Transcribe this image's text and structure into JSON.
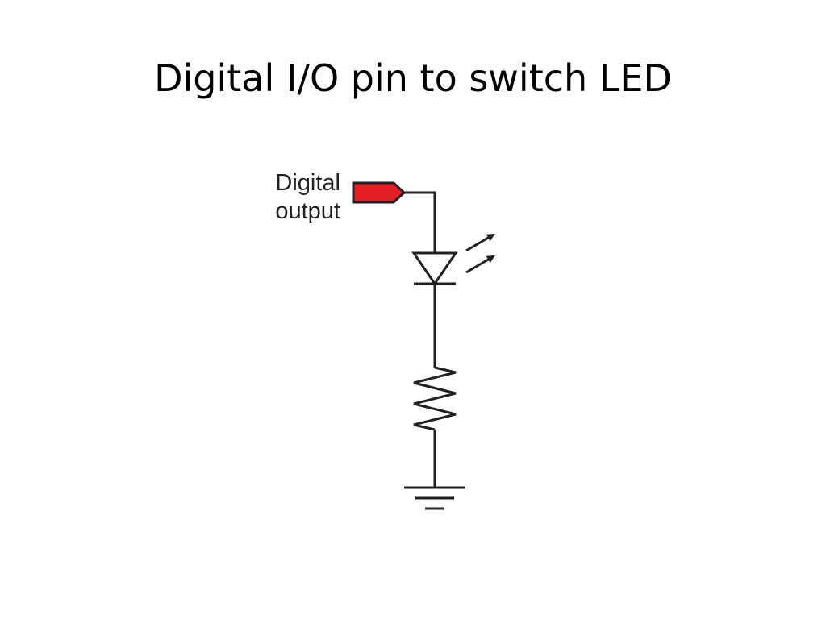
{
  "slide": {
    "title": "Digital I/O pin to switch LED"
  },
  "circuit": {
    "pin_label_line1": "Digital",
    "pin_label_line2": "output",
    "components": [
      "digital-output-pin",
      "led",
      "resistor",
      "ground"
    ],
    "colors": {
      "pin_fill": "#e31e24",
      "wire": "#231f20"
    }
  }
}
